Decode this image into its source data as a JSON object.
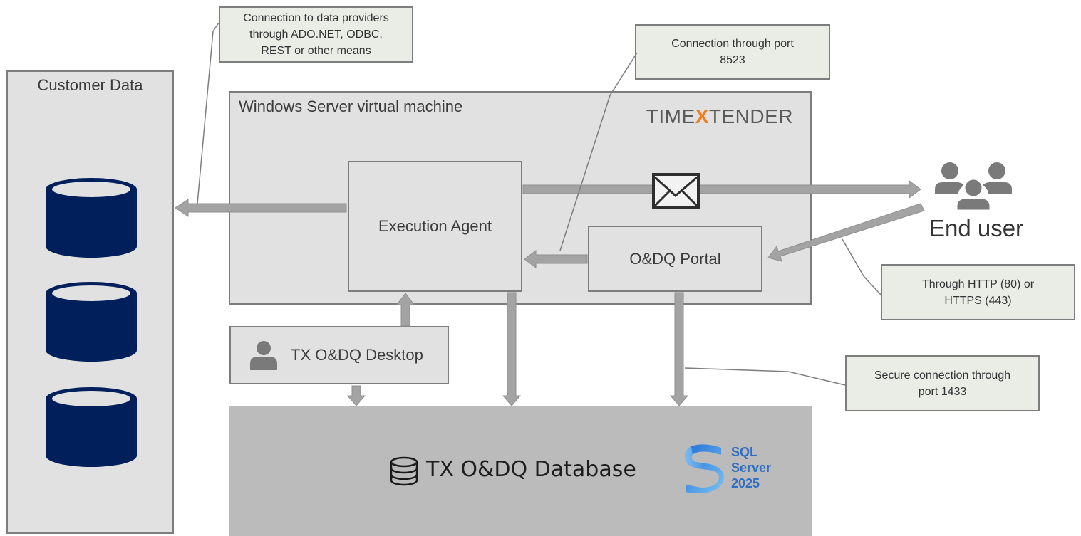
{
  "customer_data": {
    "title": "Customer Data",
    "databases": [
      "database-1",
      "database-2",
      "database-3"
    ]
  },
  "vm": {
    "title": "Windows Server virtual machine",
    "logo": {
      "left": "TIME",
      "mark": "X",
      "right": "TENDER"
    }
  },
  "execution_agent": {
    "label": "Execution Agent"
  },
  "portal": {
    "label": "O&DQ Portal"
  },
  "desktop": {
    "label": "TX O&DQ Desktop"
  },
  "database": {
    "label": "TX O&DQ Database"
  },
  "sql_server": {
    "line1": "SQL",
    "line2": "Server",
    "line3": "2025"
  },
  "end_user": {
    "label": "End user"
  },
  "notes": {
    "data_providers": "Connection to data providers\nthrough ADO.NET, ODBC,\nREST or other means",
    "port_8523": "Connection through port\n8523",
    "http": "Through HTTP (80) or\nHTTPS (443)",
    "port_1433": "Secure connection through\nport 1433"
  },
  "colors": {
    "db_navy": "#001f5b",
    "box_fill": "#e1e1e1",
    "db_fill": "#bbbbbb",
    "arrow": "#a3a3a3",
    "note_fill": "#eaece6",
    "logo_orange": "#ee7d1a",
    "sql_blue": "#2e6fc4"
  }
}
